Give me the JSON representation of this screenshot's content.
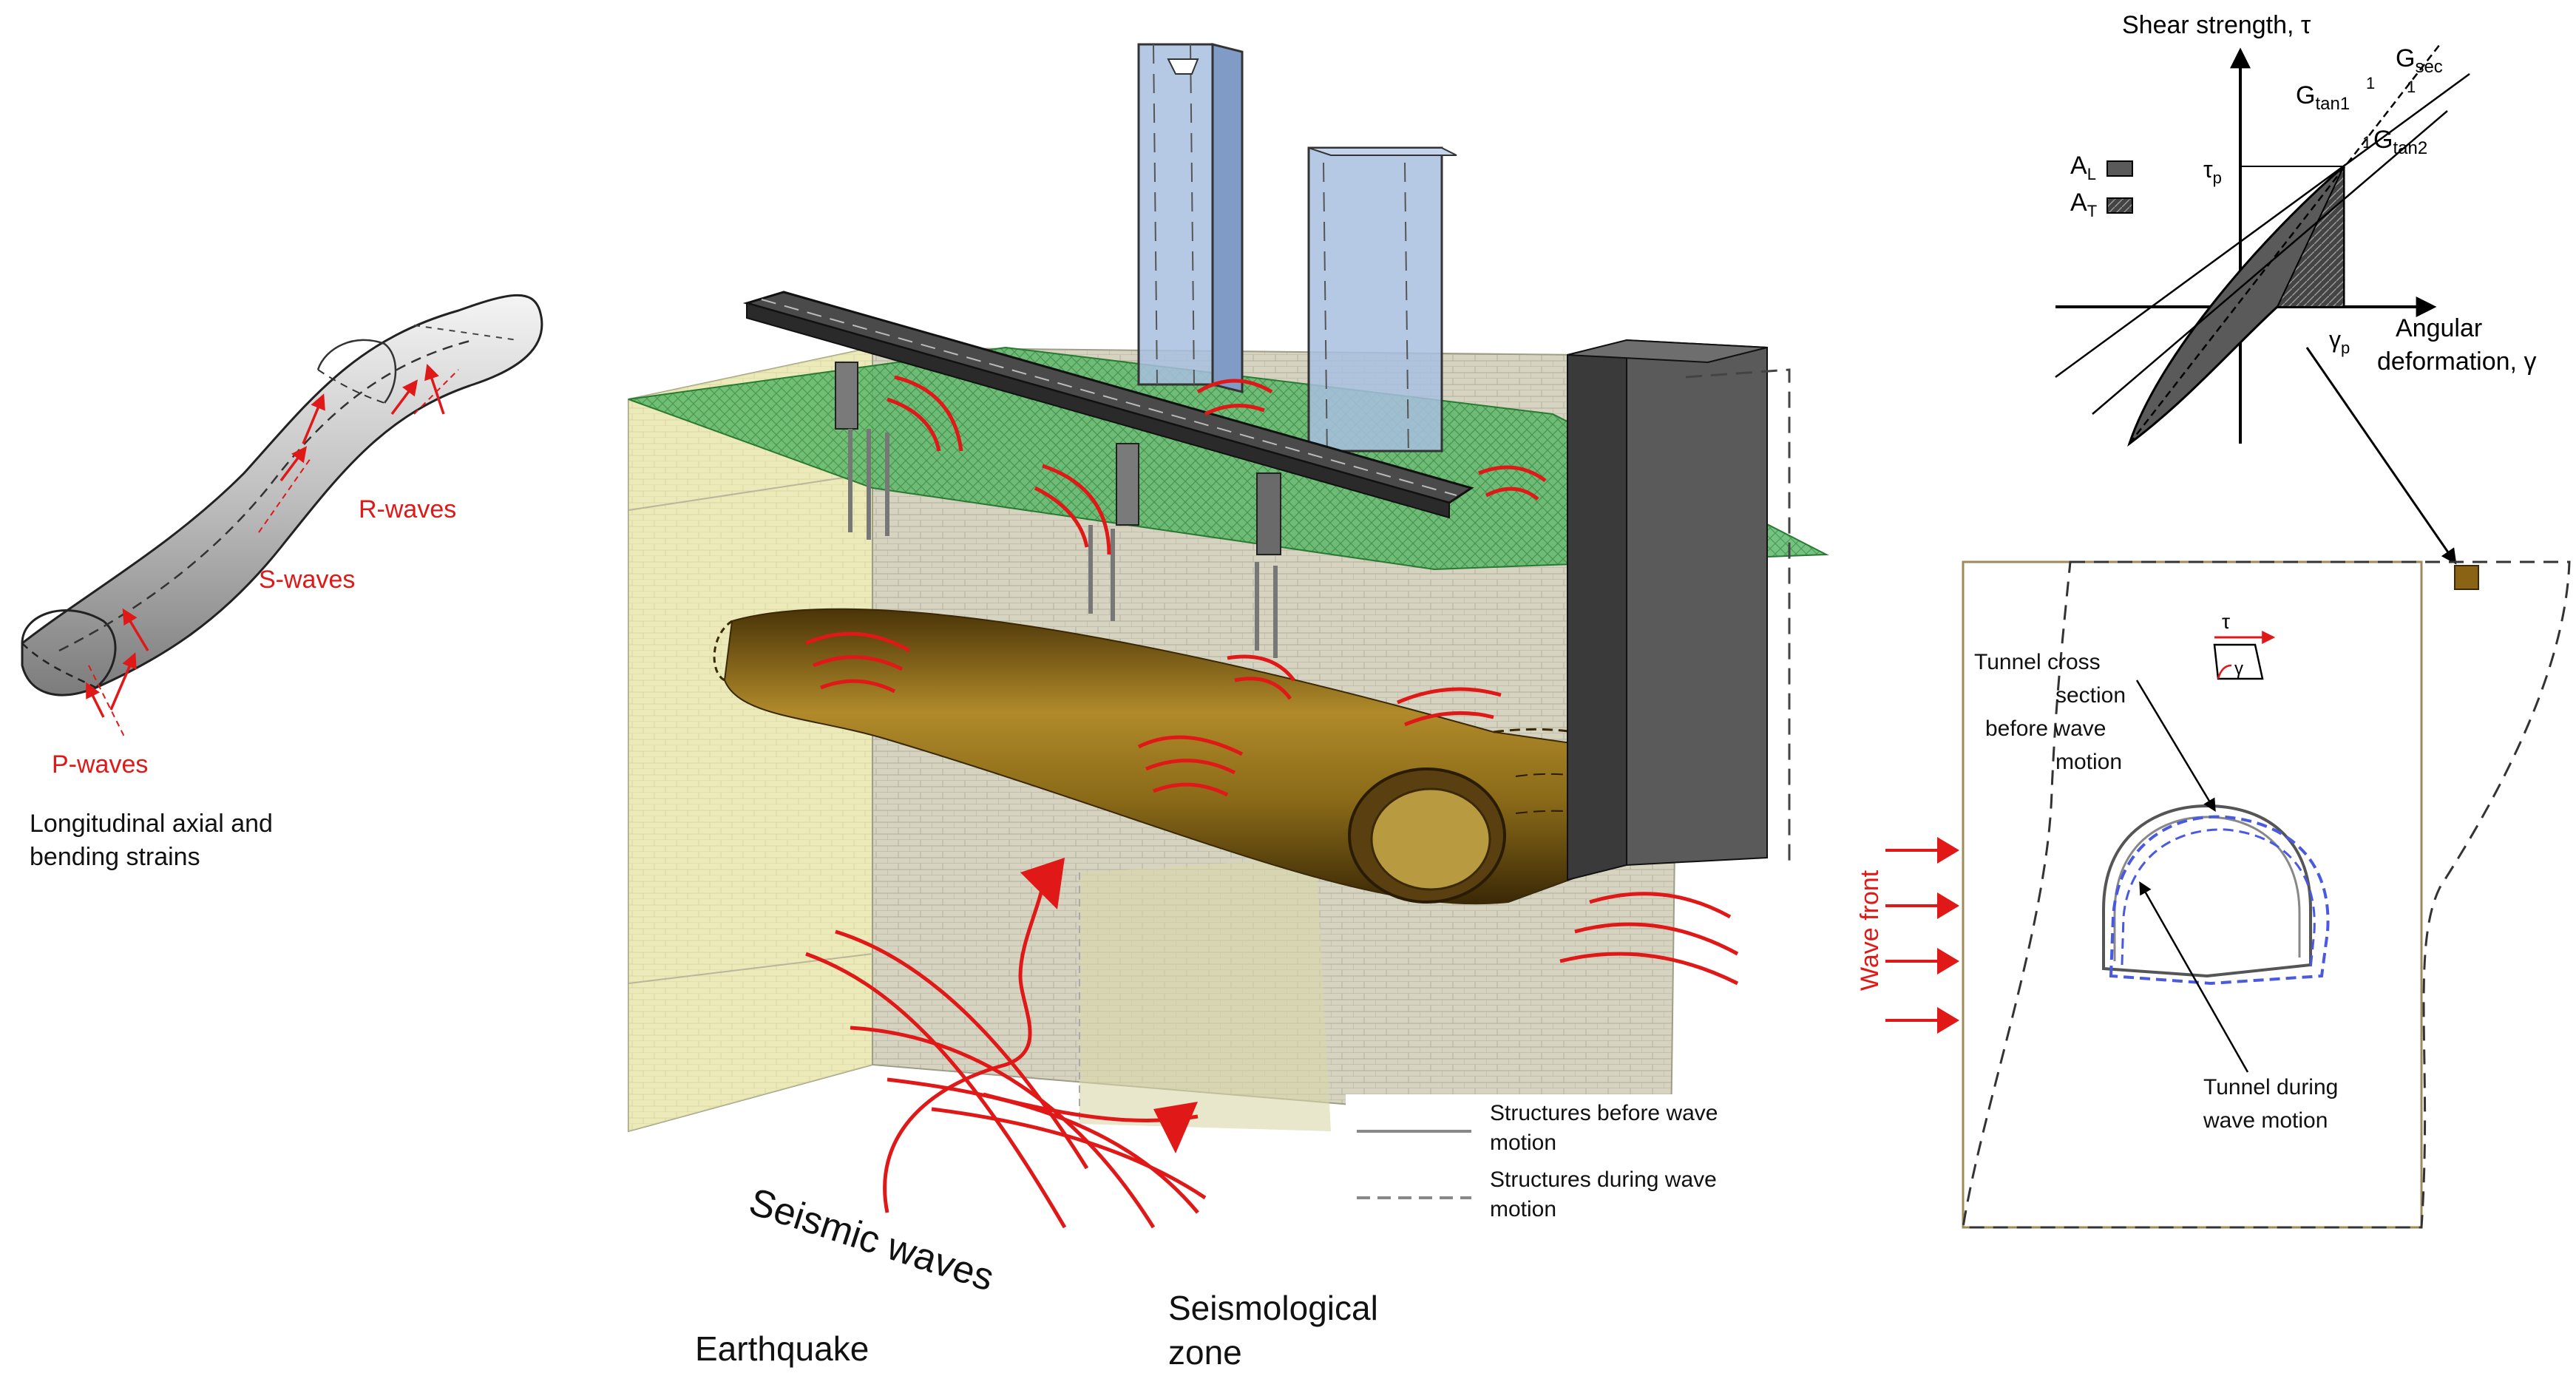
{
  "left_panel": {
    "p_waves": "P-waves",
    "s_waves": "S-waves",
    "r_waves": "R-waves",
    "caption_line1": "Longitudinal axial and",
    "caption_line2": "bending strains"
  },
  "center_panel": {
    "seismic_waves": "Seismic waves",
    "earthquake": "Earthquake",
    "zone_line1": "Seismological",
    "zone_line2": "zone",
    "legend": {
      "solid_line1": "Structures before wave",
      "solid_line2": "motion",
      "dashed_line1": "Structures during wave",
      "dashed_line2": "motion"
    }
  },
  "top_right_chart": {
    "y_axis_label": "Shear strength, τ",
    "x_axis_label_line1": "Angular",
    "x_axis_label_line2": "deformation, γ",
    "g_sec": "G",
    "g_sec_sub": "sec",
    "g_tan1": "G",
    "g_tan1_sub": "tan1",
    "g_tan2": "G",
    "g_tan2_sub": "tan2",
    "tau_p": "τ",
    "tau_p_sub": "p",
    "gamma_p": "γ",
    "gamma_p_sub": "p",
    "a_l": "A",
    "a_l_sub": "L",
    "a_t": "A",
    "a_t_sub": "T",
    "one_a": "1",
    "one_b": "1",
    "one_c": "1"
  },
  "bottom_right_panel": {
    "wave_front": "Wave front",
    "tau_symbol": "τ",
    "gamma_symbol": "γ",
    "before_line1": "Tunnel cross",
    "before_line2": "section",
    "before_line3": "before wave",
    "before_line4": "motion",
    "during_line1": "Tunnel during",
    "during_line2": "wave motion"
  },
  "colors": {
    "wave_red": "#e01818",
    "tunnel_brown": "#7a5a14",
    "ground_green": "#3aa04a",
    "soil_yellow": "#ecebb8",
    "building_blue": "#a8c0e0",
    "building_dark": "#4a4a4a",
    "tunnel_blue": "#4a5ae0"
  }
}
